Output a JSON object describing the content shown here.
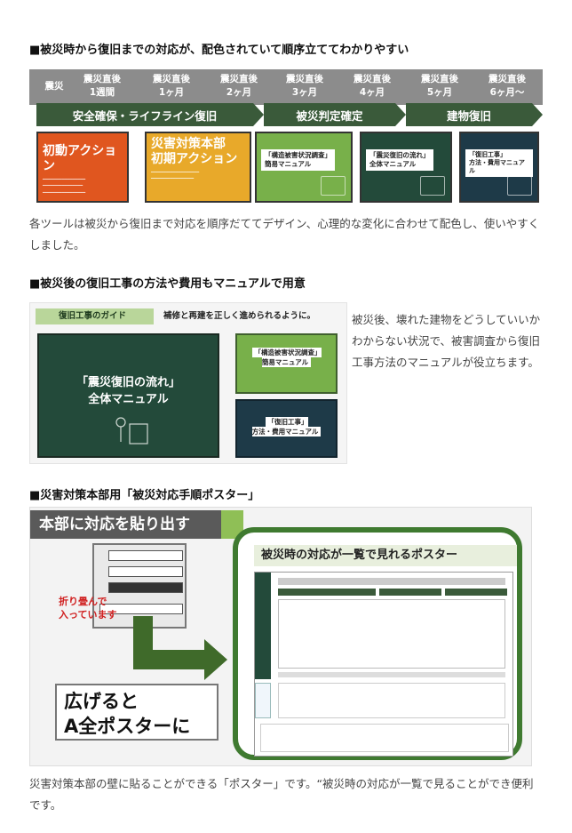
{
  "section1": {
    "heading": "■被災時から復旧までの対応が、配色されていて順序立ててわかりやすい",
    "timeline_labels": [
      {
        "l1": "震災",
        "l2": ""
      },
      {
        "l1": "震災直後",
        "l2": "1週間"
      },
      {
        "l1": "震災直後",
        "l2": "1ヶ月"
      },
      {
        "l1": "震災直後",
        "l2": "2ヶ月"
      },
      {
        "l1": "震災直後",
        "l2": "3ヶ月"
      },
      {
        "l1": "震災直後",
        "l2": "4ヶ月"
      },
      {
        "l1": "震災直後",
        "l2": "5ヶ月"
      },
      {
        "l1": "震災直後",
        "l2": "6ヶ月〜"
      }
    ],
    "phases": [
      "安全確保・ライフライン復旧",
      "被災判定確定",
      "建物復旧"
    ],
    "cards": [
      {
        "title": "初動アクション",
        "color": "#e0561f"
      },
      {
        "title": "災害対策本部\n初期アクション",
        "color": "#e8a92a"
      },
      {
        "title": "「構造被害状況調査」\n簡易マニュアル",
        "color": "#78b04a"
      },
      {
        "title": "「震災復旧の流れ」\n全体マニュアル",
        "color": "#234a3a"
      },
      {
        "title": "「復旧工事」\n方法・費用マニュアル",
        "color": "#1e3a48"
      }
    ],
    "text": "各ツールは被災から復旧まで対応を順序だててデザイン、心理的な変化に合わせて配色し、使いやすくしました。"
  },
  "section2": {
    "heading": "■被災後の復旧工事の方法や費用もマニュアルで用意",
    "guide_tab": "復旧工事のガイド",
    "guide_tagline": "補修と再建を正しく進められるように。",
    "book_main": "「震災復旧の流れ」\n全体マニュアル",
    "book_s1": "「構造被害状況調査」\n簡易マニュアル",
    "book_s2": "「復旧工事」\n方法・費用マニュアル",
    "text": "被災後、壊れた建物をどうしていいかわからない状況で、被害調査から復旧工事方法のマニュアルが役立ちます。"
  },
  "section3": {
    "heading": "■災害対策本部用「被災対応手順ポスター」",
    "poster_title": "本部に対応を貼り出す",
    "fold_label": "折り畳んで\n入っています",
    "expand_text": "広げると\nA全ポスターに",
    "bubble_title": "被災時の対応が一覧で見れるポスター",
    "text": "災害対策本部の壁に貼ることができる「ポスター」です。“被災時の対応が一覧で見ることができ便利です。"
  }
}
